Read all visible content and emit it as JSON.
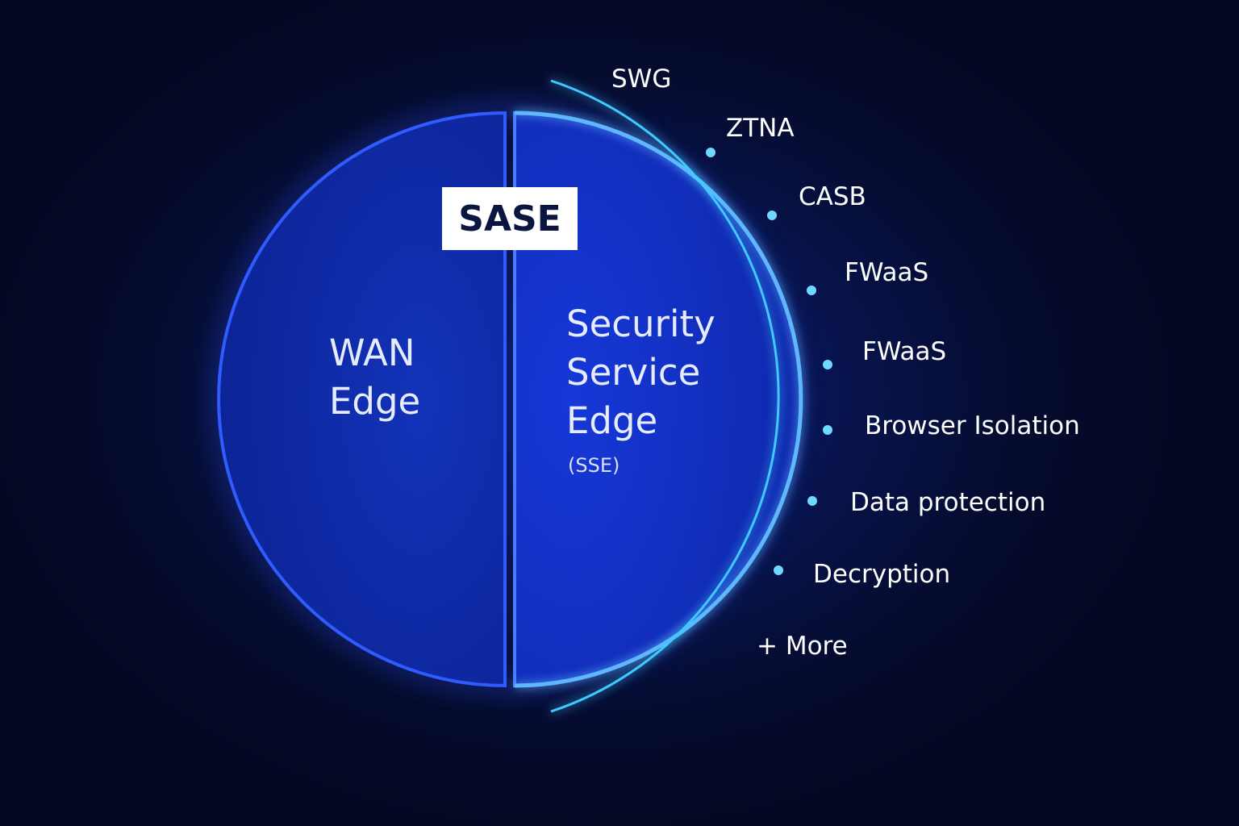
{
  "badge": "SASE",
  "left_half": {
    "line1": "WAN",
    "line2": "Edge"
  },
  "right_half": {
    "line1": "Security",
    "line2": "Service",
    "line3": "Edge",
    "abbr": "(SSE)"
  },
  "services": [
    "SWG",
    "ZTNA",
    "CASB",
    "FWaaS",
    "FWaaS",
    "Browser Isolation",
    "Data protection",
    "Decryption",
    "+ More"
  ],
  "colors": {
    "background": "#050a24",
    "circle_fill": "#0f2bb8",
    "circle_stroke": "#2f5bff",
    "arc_stroke": "#3fc8ff",
    "text": "#ffffff",
    "badge_bg": "#ffffff",
    "badge_text": "#0a1540"
  }
}
